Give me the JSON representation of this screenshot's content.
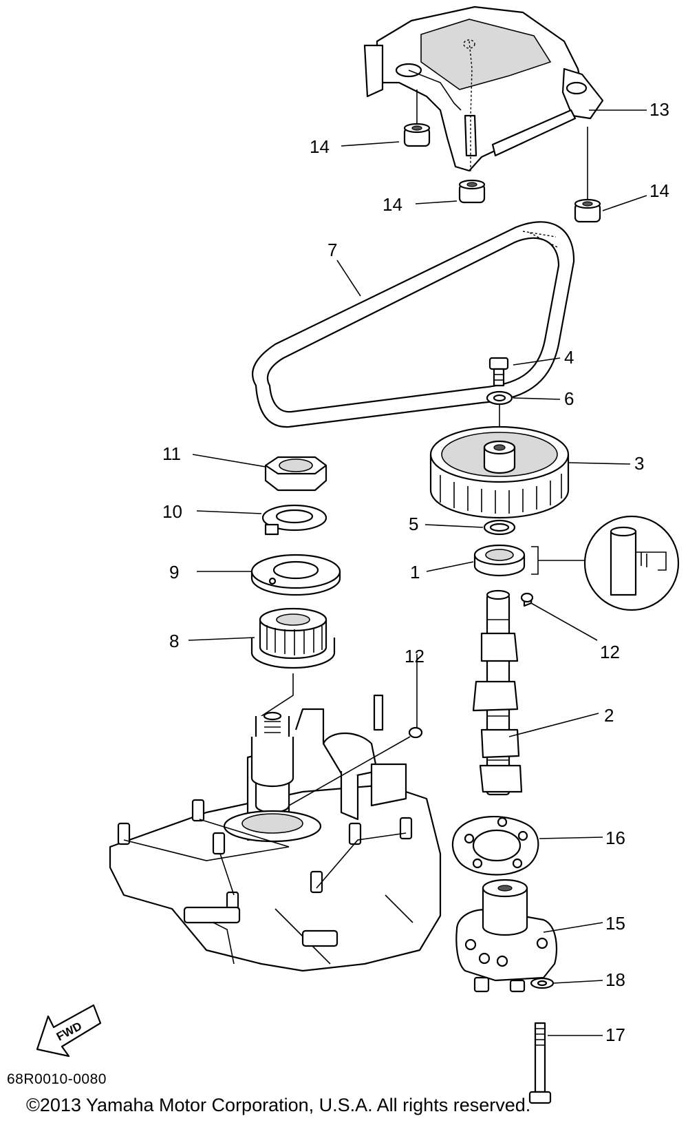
{
  "diagram": {
    "callouts": [
      "1",
      "2",
      "3",
      "4",
      "5",
      "6",
      "7",
      "8",
      "9",
      "10",
      "11",
      "12",
      "12",
      "13",
      "14",
      "14",
      "14",
      "15",
      "16",
      "17",
      "18"
    ],
    "fwd_label": "FWD"
  },
  "footer": {
    "code": "68R0010-0080",
    "copyright": "©2013 Yamaha Motor Corporation, U.S.A. All rights reserved."
  }
}
